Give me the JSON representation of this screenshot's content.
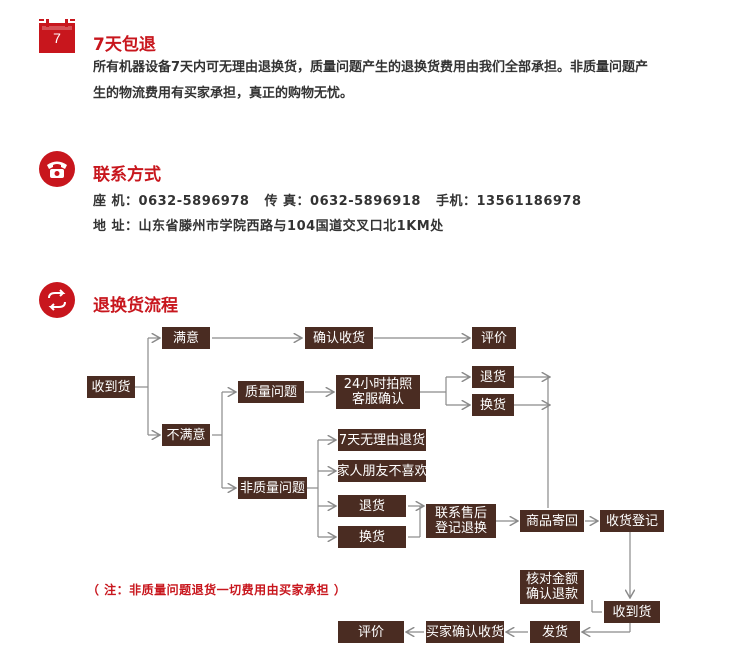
{
  "sections": {
    "return_policy": {
      "icon_number": "7",
      "title": "7天包退",
      "text_line1": "所有机器设备7天内可无理由退换货，质量问题产生的退换货费用由我们全部承担。非质量问题产",
      "text_line2": "生的物流费用有买家承担，真正的购物无忧。"
    },
    "contact": {
      "title": "联系方式",
      "phone_line": "座 机：0632-5896978   传 真：0632-5896918   手机：13561186978",
      "address_line": "地 址：山东省滕州市学院西路与104国道交叉口北1KM处"
    },
    "process": {
      "title": "退换货流程"
    }
  },
  "flow": {
    "receive": "收到货",
    "satisfied": "满意",
    "confirm_receipt": "确认收货",
    "review_top": "评价",
    "unsatisfied": "不满意",
    "quality_issue": "质量问题",
    "photo_confirm": "24小时拍照\n客服确认",
    "return_a": "退货",
    "exchange_a": "换货",
    "non_quality": "非质量问题",
    "no_reason": "7天无理由退货",
    "family_dislike": "家人朋友不喜欢",
    "return_b": "退货",
    "exchange_b": "换货",
    "contact_after_sales": "联系售后\n登记退换",
    "send_back": "商品寄回",
    "register_receipt": "收货登记",
    "verify_refund": "核对金额\n确认退款",
    "received": "收到货",
    "ship": "发货",
    "buyer_confirm": "买家确认收货",
    "review_bottom": "评价"
  },
  "note": "（ 注：非质量问题退货一切费用由买家承担 ）",
  "colors": {
    "accent": "#c8161d",
    "box": "#4a2c22",
    "line": "#8a8a8a"
  }
}
